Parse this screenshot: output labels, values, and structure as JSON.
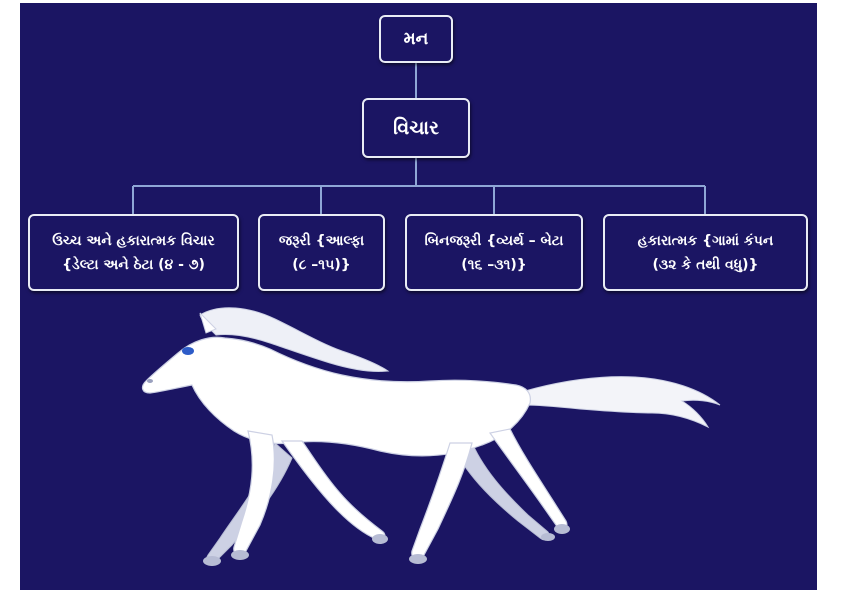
{
  "diagram": {
    "root": {
      "label": "મન"
    },
    "child": {
      "label": "વિચાર"
    },
    "branches": [
      {
        "line1": "ઉચ્ચ અને હકારાત્મક વિચાર",
        "line2": "{ડેલ્ટા અને ઠેટા (૪ - ૭)"
      },
      {
        "line1": "જરૂરી {આલ્ફા",
        "line2": "(૮ –૧૫)}"
      },
      {
        "line1": "બિનજરૂરી {વ્યર્થ – બેટા",
        "line2": "(૧૬ –૩૧)}"
      },
      {
        "line1": "હકારાત્મક {ગામાં કંપન",
        "line2": "(૩૨ કે તથી વધુ)}"
      }
    ]
  },
  "colors": {
    "background": "#1b1563",
    "box_border": "#e9ecf5",
    "connector": "#8fa6d6",
    "text": "#ffffff",
    "horse_body": "#ffffff",
    "horse_shadow": "#cdd1e4",
    "horse_eye": "#2d5cc8"
  },
  "illustration": {
    "subject": "galloping white horse"
  }
}
